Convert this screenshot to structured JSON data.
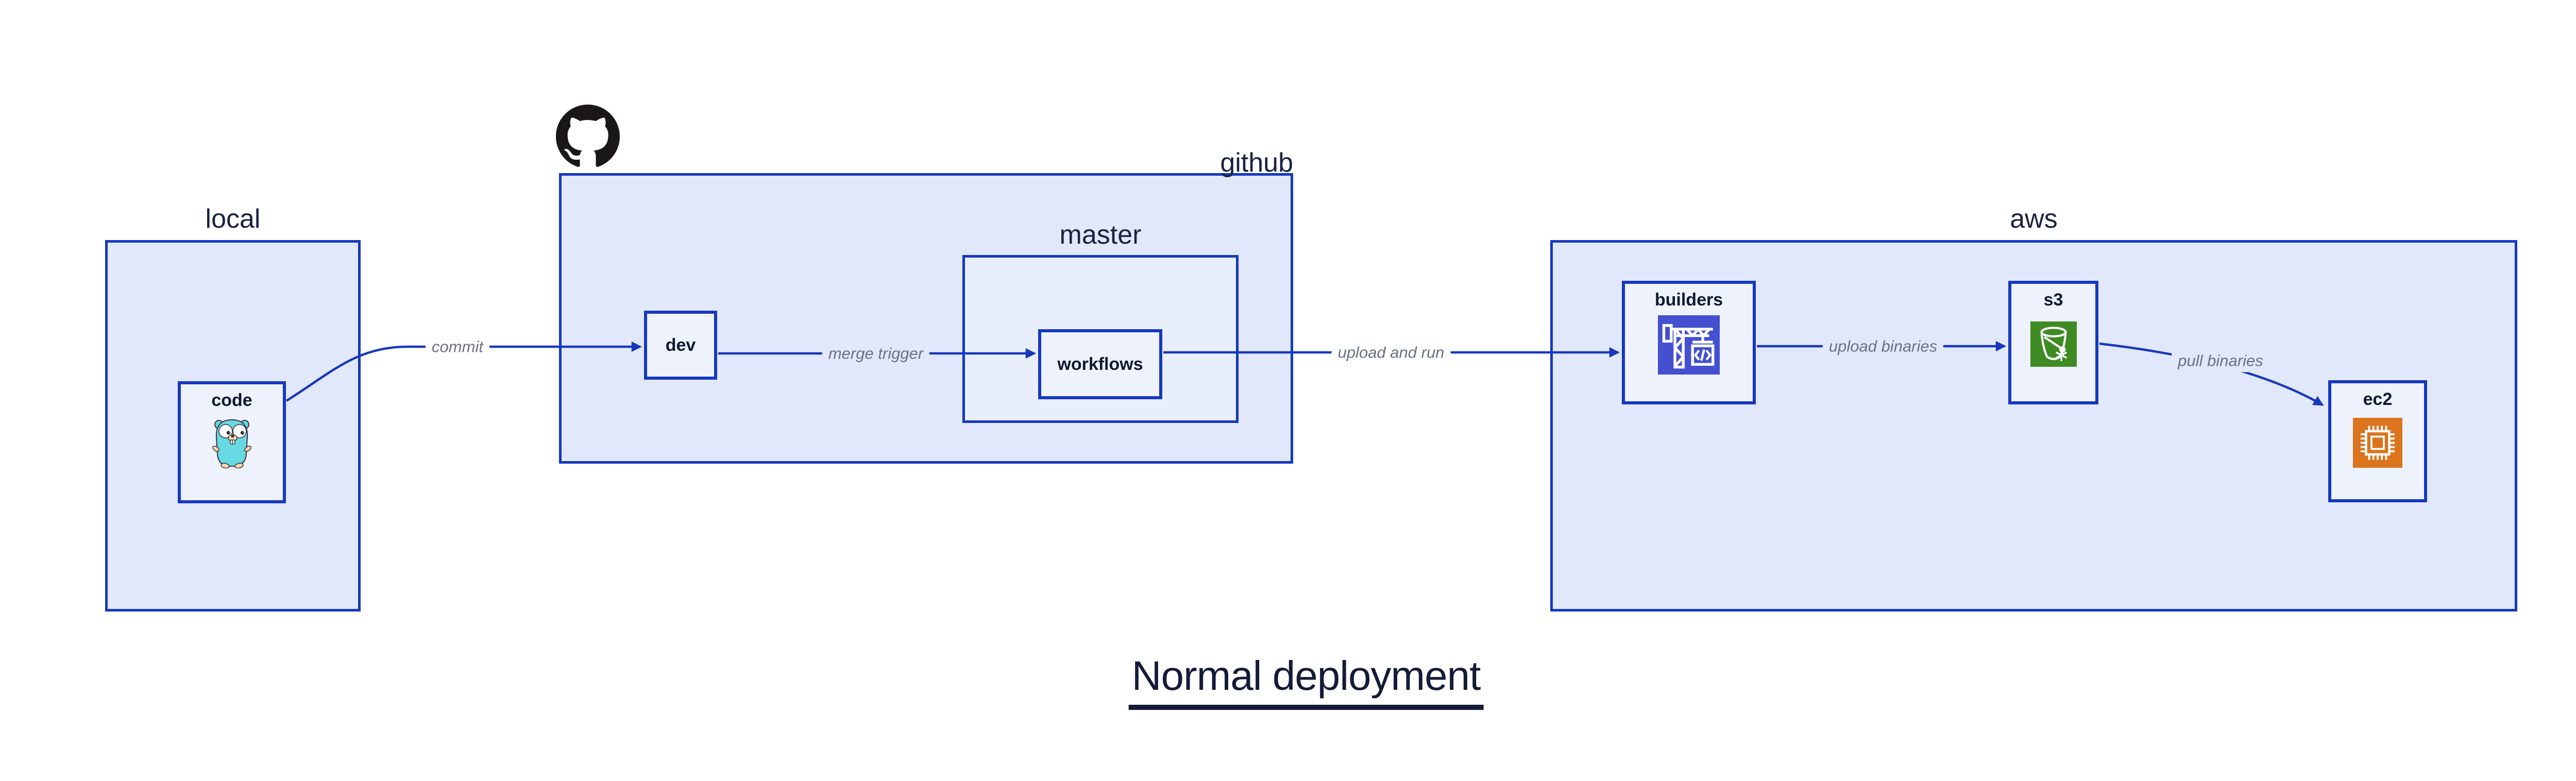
{
  "title": {
    "text": "Normal deployment"
  },
  "containers": {
    "local": {
      "label": "local"
    },
    "github": {
      "label": "github"
    },
    "master": {
      "label": "master"
    },
    "aws": {
      "label": "aws"
    }
  },
  "nodes": {
    "code": {
      "label": "code",
      "icon": "go-gopher-icon"
    },
    "dev": {
      "label": "dev"
    },
    "workflows": {
      "label": "workflows"
    },
    "builders": {
      "label": "builders",
      "icon": "codebuild-crane-icon",
      "icon_bg": "#4450d0"
    },
    "s3": {
      "label": "s3",
      "icon": "s3-glacier-bucket-icon",
      "icon_bg": "#3f8b23"
    },
    "ec2": {
      "label": "ec2",
      "icon": "ec2-chip-icon",
      "icon_bg": "#db741d"
    }
  },
  "edges": [
    {
      "id": "commit",
      "label": "commit",
      "from": "code",
      "to": "dev"
    },
    {
      "id": "merge-trigger",
      "label": "merge trigger",
      "from": "dev",
      "to": "workflows"
    },
    {
      "id": "upload-and-run",
      "label": "upload and run",
      "from": "workflows",
      "to": "builders"
    },
    {
      "id": "upload-binaries",
      "label": "upload binaries",
      "from": "builders",
      "to": "s3"
    },
    {
      "id": "pull-binaries",
      "label": "pull binaries",
      "from": "s3",
      "to": "ec2"
    }
  ],
  "colors": {
    "canvas_bg": "#ffffff",
    "container_fill": "#e2e8fb",
    "master_fill": "#e9eefc",
    "node_fill": "#eef2fd",
    "border_blue": "#1638bf",
    "edge_label_gray": "#6a7180",
    "text_navy": "#141b38",
    "codebuild_indigo": "#4450d0",
    "s3_green": "#3f8b23",
    "ec2_orange": "#db741d",
    "gopher_teal": "#67d9e3",
    "octocat_black": "#191717"
  }
}
